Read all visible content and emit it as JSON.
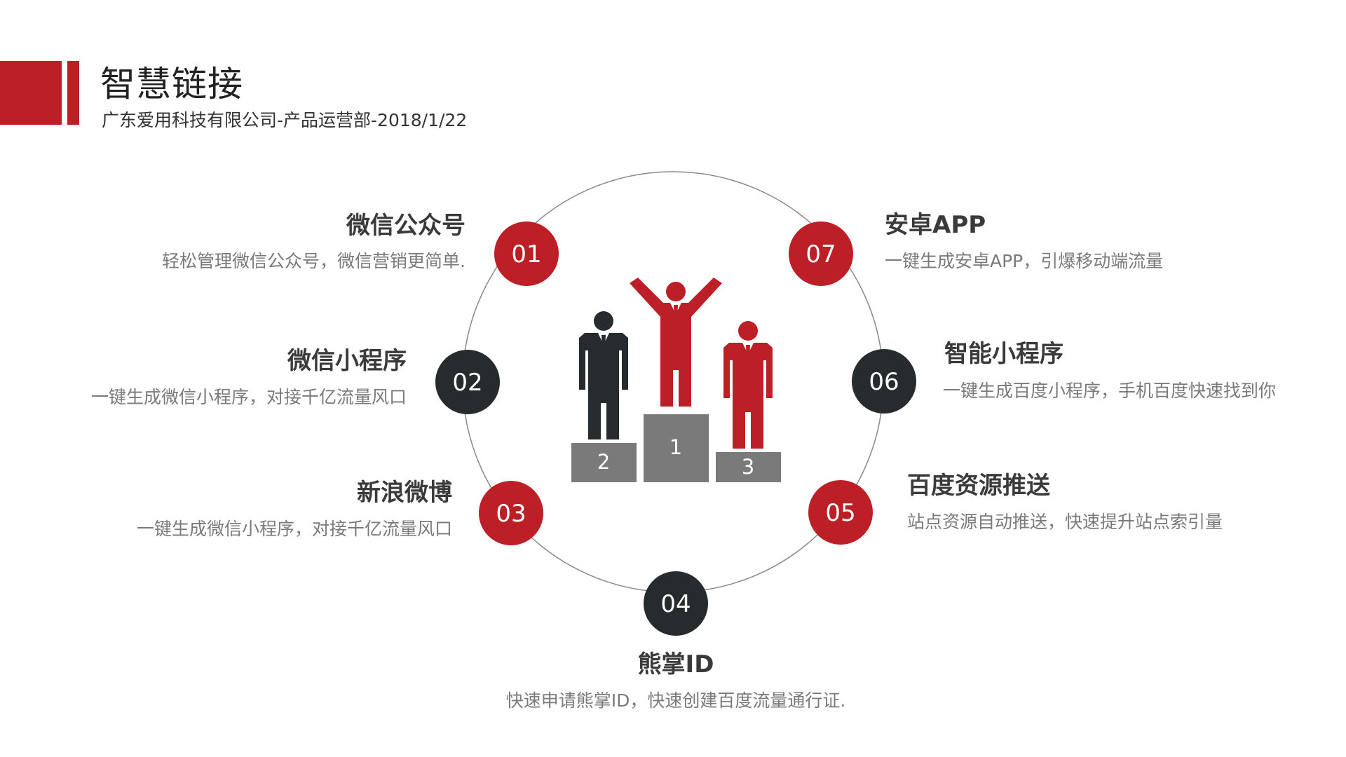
{
  "header": {
    "title": "智慧链接",
    "subtitle": "广东爱用科技有限公司-产品运营部-2018/1/22"
  },
  "colors": {
    "accent": "#bd1f26",
    "dark": "#262b2e",
    "podium": "#7a7a7a"
  },
  "podium": {
    "first": "1",
    "second": "2",
    "third": "3"
  },
  "items": [
    {
      "num": "01",
      "title": "微信公众号",
      "desc": "轻松管理微信公众号，微信营销更简单."
    },
    {
      "num": "02",
      "title": "微信小程序",
      "desc": "一键生成微信小程序，对接千亿流量风口"
    },
    {
      "num": "03",
      "title": "新浪微博",
      "desc": "一键生成微信小程序，对接千亿流量风口"
    },
    {
      "num": "04",
      "title": "熊掌ID",
      "desc": "快速申请熊掌ID，快速创建百度流量通行证."
    },
    {
      "num": "05",
      "title": "百度资源推送",
      "desc": "站点资源自动推送，快速提升站点索引量"
    },
    {
      "num": "06",
      "title": "智能小程序",
      "desc": "一键生成百度小程序，手机百度快速找到你"
    },
    {
      "num": "07",
      "title": "安卓APP",
      "desc": "一键生成安卓APP，引爆移动端流量"
    }
  ]
}
